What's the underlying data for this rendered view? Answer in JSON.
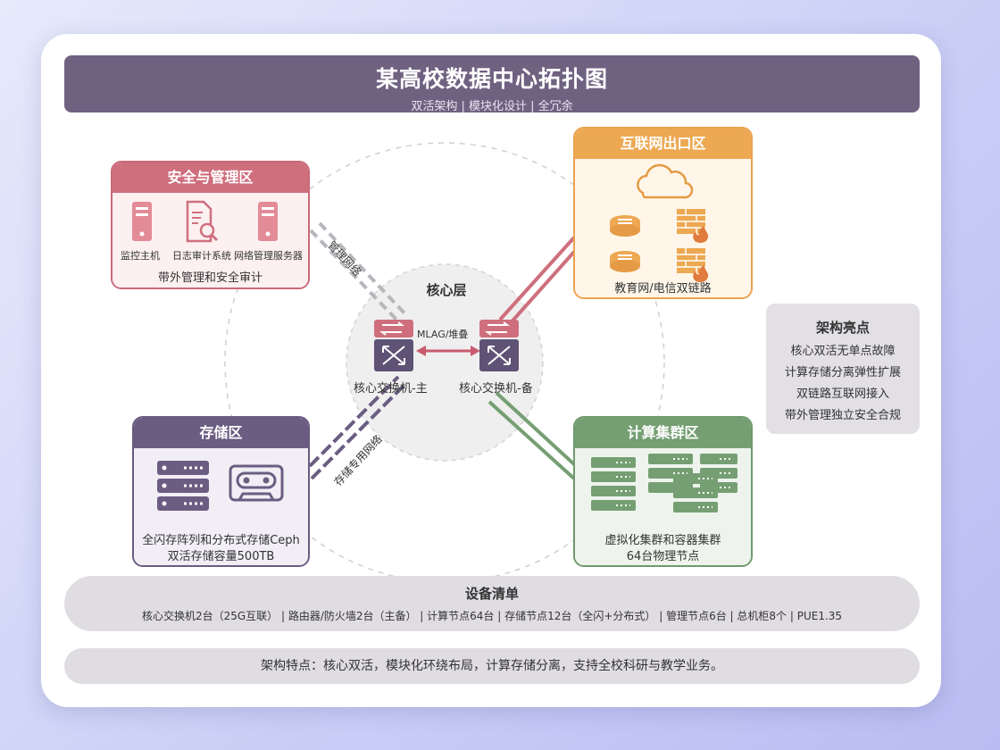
{
  "header": {
    "title": "某高校数据中心拓扑图",
    "subtitle": "双活架构 | 模块化设计 | 全冗余"
  },
  "zones": {
    "security": {
      "title": "安全与管理区",
      "devices": [
        "监控主机",
        "日志审计系统",
        "网络管理服务器"
      ],
      "desc": "带外管理和安全审计"
    },
    "internet": {
      "title": "互联网出口区",
      "desc": "教育网/电信双链路"
    },
    "storage": {
      "title": "存储区",
      "desc_line1": "全闪存阵列和分布式存储Ceph",
      "desc_line2": "双活存储容量500TB"
    },
    "compute": {
      "title": "计算集群区",
      "desc_line1": "虚拟化集群和容器集群",
      "desc_line2": "64台物理节点"
    }
  },
  "core": {
    "title": "核心层",
    "link_label": "MLAG/堆叠",
    "switch_main": "核心交换机-主",
    "switch_backup": "核心交换机-备"
  },
  "links": {
    "management": "管理网络",
    "storage": "存储专用网络"
  },
  "highlights": {
    "title": "架构亮点",
    "items": [
      "核心双活无单点故障",
      "计算存储分离弹性扩展",
      "双链路互联网接入",
      "带外管理独立安全合规"
    ]
  },
  "equipment": {
    "title": "设备清单",
    "text": "核心交换机2台（25G互联） | 路由器/防火墙2台（主备） | 计算节点64台 | 存储节点12台（全闪+分布式） | 管理节点6台 | 总机柜8个 | PUE1.35"
  },
  "features": {
    "text": "架构特点：核心双活，模块化环绕布局，计算存储分离，支持全校科研与教学业务。"
  },
  "colors": {
    "header": "#6f6281",
    "security": "#cf6f7d",
    "internet": "#eda852",
    "storage": "#6b5d82",
    "compute": "#759f73"
  }
}
